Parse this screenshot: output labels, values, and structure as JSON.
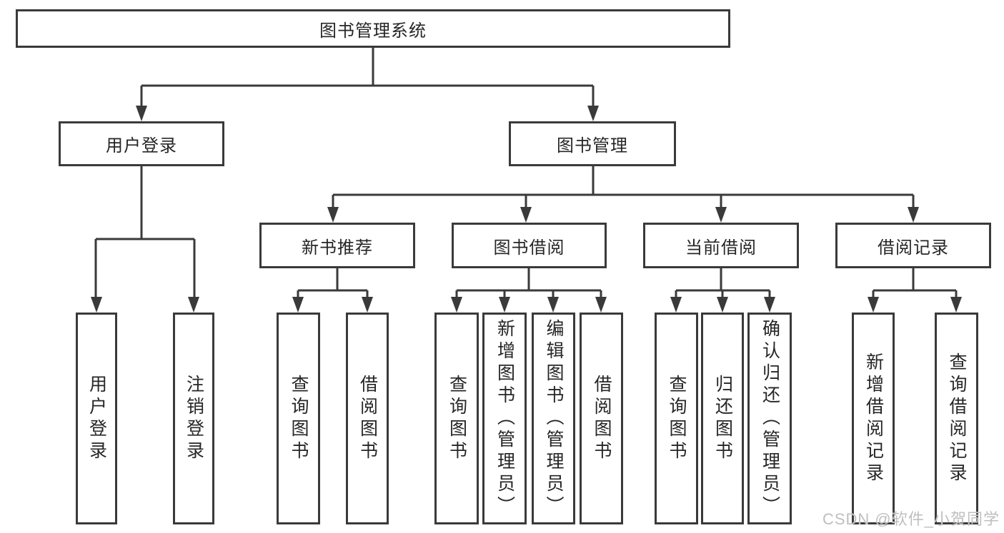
{
  "diagram_type": "tree-structure-chart",
  "tree": {
    "label": "图书管理系统",
    "children": [
      {
        "label": "用户登录",
        "children": [
          {
            "label": "用户登录"
          },
          {
            "label": "注销登录"
          }
        ]
      },
      {
        "label": "图书管理",
        "children": [
          {
            "label": "新书推荐",
            "children": [
              {
                "label": "查询图书"
              },
              {
                "label": "借阅图书"
              }
            ]
          },
          {
            "label": "图书借阅",
            "children": [
              {
                "label": "查询图书"
              },
              {
                "label": "新增图书（管理员）"
              },
              {
                "label": "编辑图书（管理员）"
              },
              {
                "label": "借阅图书"
              }
            ]
          },
          {
            "label": "当前借阅",
            "children": [
              {
                "label": "查询图书"
              },
              {
                "label": "归还图书"
              },
              {
                "label": "确认归还（管理员）"
              }
            ]
          },
          {
            "label": "借阅记录",
            "children": [
              {
                "label": "新增借阅记录"
              },
              {
                "label": "查询借阅记录"
              }
            ]
          }
        ]
      }
    ]
  },
  "watermark": {
    "text": "CSDN @软件_小贺同学"
  },
  "colors": {
    "line": "#3a3a3a",
    "text": "#262626",
    "background": "#ffffff",
    "watermark": "#bfbfbf"
  }
}
